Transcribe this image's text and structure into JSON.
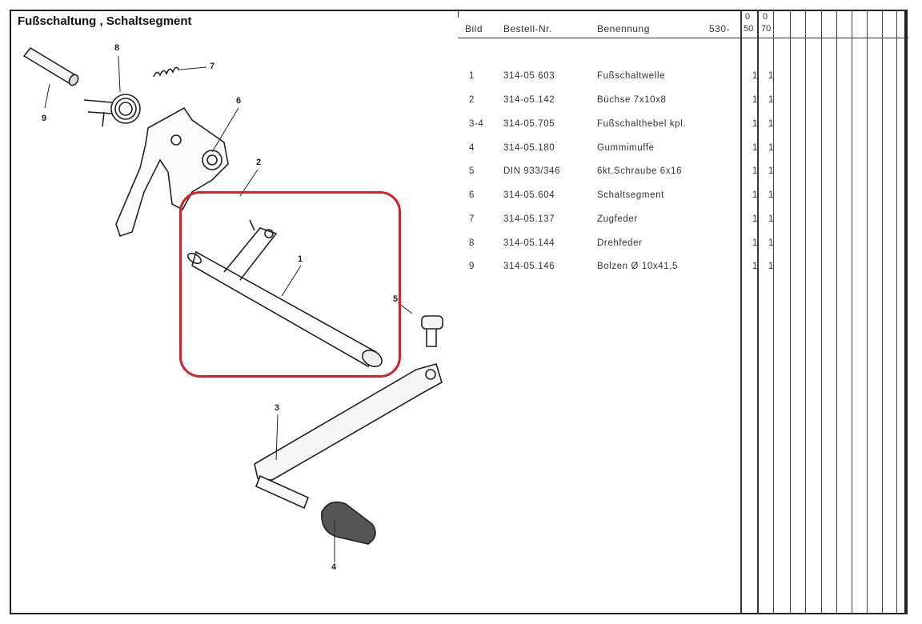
{
  "title": "Fußschaltung , Schaltsegment",
  "table": {
    "headers": {
      "bild": "Bild",
      "nr": "Bestell-Nr.",
      "benennung": "Benennung",
      "model": "530-"
    },
    "variant_columns": [
      {
        "top": "0",
        "bottom": "50"
      },
      {
        "top": "0",
        "bottom": "70"
      }
    ],
    "rows": [
      {
        "bild": "1",
        "nr": "314-05 603",
        "benennung": "Fußschaltwelle",
        "q1": "1",
        "q2": "1"
      },
      {
        "bild": "2",
        "nr": "314-o5.142",
        "benennung": "Büchse 7x10x8",
        "q1": "1",
        "q2": "1"
      },
      {
        "bild": "3-4",
        "nr": "314-05.705",
        "benennung": "Fußschalthebel kpl.",
        "q1": "1",
        "q2": "1"
      },
      {
        "bild": "4",
        "nr": "314-05.180",
        "benennung": "Gummimuffe",
        "q1": "1",
        "q2": "1"
      },
      {
        "bild": "5",
        "nr": "DIN 933/346",
        "benennung": "6kt.Schraube 6x16",
        "q1": "1",
        "q2": "1"
      },
      {
        "bild": "6",
        "nr": "314-05.604",
        "benennung": "Schaltsegment",
        "q1": "1",
        "q2": "1"
      },
      {
        "bild": "7",
        "nr": "314-05.137",
        "benennung": "Zugfeder",
        "q1": "1",
        "q2": "1"
      },
      {
        "bild": "8",
        "nr": "314-05.144",
        "benennung": "Drehfeder",
        "q1": "1",
        "q2": "1"
      },
      {
        "bild": "9",
        "nr": "314-05.146",
        "benennung": "Bolzen Ø 10x41,5",
        "q1": "1",
        "q2": "1"
      }
    ]
  },
  "callouts": [
    "1",
    "2",
    "3",
    "4",
    "5",
    "6",
    "7",
    "8",
    "9"
  ],
  "highlight_color": "#d42027"
}
